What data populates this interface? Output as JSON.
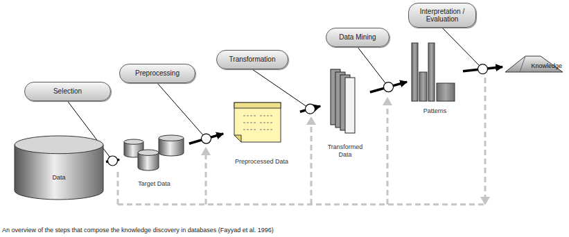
{
  "diagram": {
    "caption": "An overview of the steps that compose the knowledge discovery in databases (Fayyad et al. 1996)",
    "nodes": [
      {
        "text": [
          "Selection"
        ]
      },
      {
        "text": [
          "Data"
        ]
      },
      {
        "text": [
          "Preprocessing"
        ]
      },
      {
        "text": [
          "Target Data"
        ]
      },
      {
        "text": [
          "Transformation"
        ]
      },
      {
        "text": [
          "Preprocessed Data"
        ]
      },
      {
        "text": [
          "Data Mining"
        ]
      },
      {
        "text": [
          "Transformed Data"
        ]
      },
      {
        "text": [
          "Interpretation / Evaluation"
        ]
      },
      {
        "text": [
          "Patterns"
        ]
      },
      {
        "text": [
          "Knowledge"
        ]
      }
    ],
    "edges": [
      {
        "from": 1,
        "to": 3,
        "arrow": "to"
      },
      {
        "from": 3,
        "to": 5,
        "arrow": "to"
      },
      {
        "from": 5,
        "to": 7,
        "arrow": "to"
      },
      {
        "from": 7,
        "to": 9,
        "arrow": "to"
      },
      {
        "from": 9,
        "to": 10,
        "arrow": "to"
      }
    ]
  }
}
